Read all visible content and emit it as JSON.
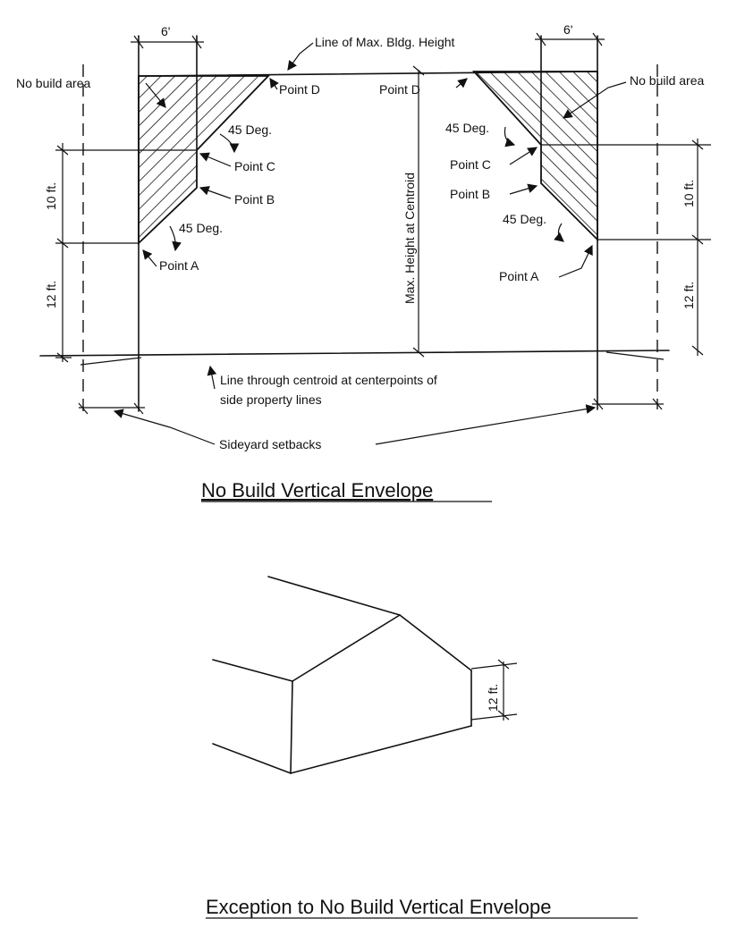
{
  "top_diagram": {
    "labels": {
      "width_left": "6'",
      "width_right": "6'",
      "max_height_line": "Line of Max. Bldg. Height",
      "no_build_left": "No build area",
      "no_build_right": "No build area",
      "point_d_left": "Point D",
      "point_d_right": "Point D",
      "deg_upper_left": "45 Deg.",
      "deg_lower_left": "45 Deg.",
      "deg_upper_right": "45 Deg.",
      "deg_lower_right": "45 Deg.",
      "point_c_left": "Point C",
      "point_c_right": "Point C",
      "point_b_left": "Point B",
      "point_b_right": "Point B",
      "point_a_left": "Point A",
      "point_a_right": "Point A",
      "dim_10_left": "10 ft.",
      "dim_10_right": "10 ft.",
      "dim_12_left": "12 ft.",
      "dim_12_right": "12 ft.",
      "max_height_centroid": "Max. Height at Centroid",
      "centroid_line_1": "Line through centroid at centerpoints of",
      "centroid_line_2": "side property lines",
      "sideyard": "Sideyard setbacks"
    },
    "caption": "No Build Vertical Envelope"
  },
  "bottom_diagram": {
    "dim_12": "12 ft.",
    "caption": "Exception to No Build Vertical Envelope"
  }
}
